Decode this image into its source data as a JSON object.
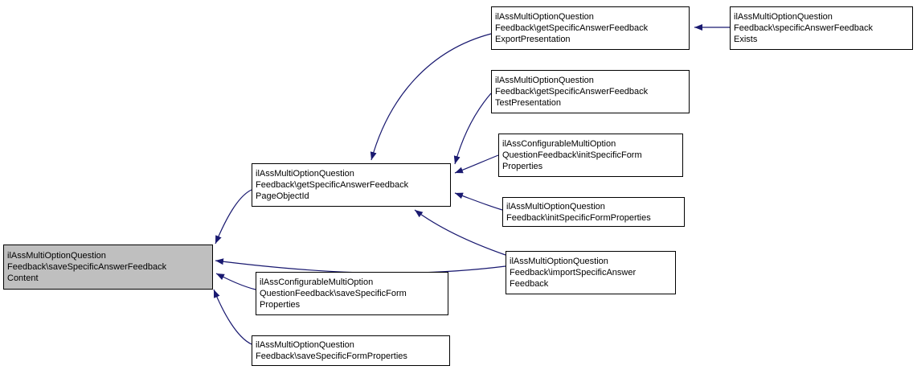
{
  "diagram": {
    "type": "call-graph",
    "edge_color": "#191970",
    "highlight_fill": "#bfbfbf",
    "nodes": [
      {
        "id": "saveSpecificAnswerFeedbackContent",
        "text": "ilAssMultiOptionQuestion\nFeedback\\saveSpecificAnswerFeedback\nContent",
        "highlighted": true
      },
      {
        "id": "getSpecificAnswerFeedbackPageObjectId",
        "text": "ilAssMultiOptionQuestion\nFeedback\\getSpecificAnswerFeedback\nPageObjectId",
        "highlighted": false
      },
      {
        "id": "getSpecificAnswerFeedbackExportPresentation",
        "text": "ilAssMultiOptionQuestion\nFeedback\\getSpecificAnswerFeedback\nExportPresentation",
        "highlighted": false
      },
      {
        "id": "specificAnswerFeedbackExists",
        "text": "ilAssMultiOptionQuestion\nFeedback\\specificAnswerFeedback\nExists",
        "highlighted": false
      },
      {
        "id": "getSpecificAnswerFeedbackTestPresentation",
        "text": "ilAssMultiOptionQuestion\nFeedback\\getSpecificAnswerFeedback\nTestPresentation",
        "highlighted": false
      },
      {
        "id": "configurable-initSpecificFormProperties",
        "text": "ilAssConfigurableMultiOption\nQuestionFeedback\\initSpecificForm\nProperties",
        "highlighted": false
      },
      {
        "id": "initSpecificFormProperties",
        "text": "ilAssMultiOptionQuestion\nFeedback\\initSpecificFormProperties",
        "highlighted": false
      },
      {
        "id": "importSpecificAnswerFeedback",
        "text": "ilAssMultiOptionQuestion\nFeedback\\importSpecificAnswer\nFeedback",
        "highlighted": false
      },
      {
        "id": "configurable-saveSpecificFormProperties",
        "text": "ilAssConfigurableMultiOption\nQuestionFeedback\\saveSpecificForm\nProperties",
        "highlighted": false
      },
      {
        "id": "saveSpecificFormProperties",
        "text": "ilAssMultiOptionQuestion\nFeedback\\saveSpecificFormProperties",
        "highlighted": false
      }
    ],
    "edges": [
      {
        "from": "getSpecificAnswerFeedbackPageObjectId",
        "to": "saveSpecificAnswerFeedbackContent"
      },
      {
        "from": "importSpecificAnswerFeedback",
        "to": "saveSpecificAnswerFeedbackContent"
      },
      {
        "from": "configurable-saveSpecificFormProperties",
        "to": "saveSpecificAnswerFeedbackContent"
      },
      {
        "from": "saveSpecificFormProperties",
        "to": "saveSpecificAnswerFeedbackContent"
      },
      {
        "from": "getSpecificAnswerFeedbackExportPresentation",
        "to": "getSpecificAnswerFeedbackPageObjectId"
      },
      {
        "from": "getSpecificAnswerFeedbackTestPresentation",
        "to": "getSpecificAnswerFeedbackPageObjectId"
      },
      {
        "from": "configurable-initSpecificFormProperties",
        "to": "getSpecificAnswerFeedbackPageObjectId"
      },
      {
        "from": "initSpecificFormProperties",
        "to": "getSpecificAnswerFeedbackPageObjectId"
      },
      {
        "from": "importSpecificAnswerFeedback",
        "to": "getSpecificAnswerFeedbackPageObjectId"
      },
      {
        "from": "specificAnswerFeedbackExists",
        "to": "getSpecificAnswerFeedbackExportPresentation"
      }
    ]
  }
}
